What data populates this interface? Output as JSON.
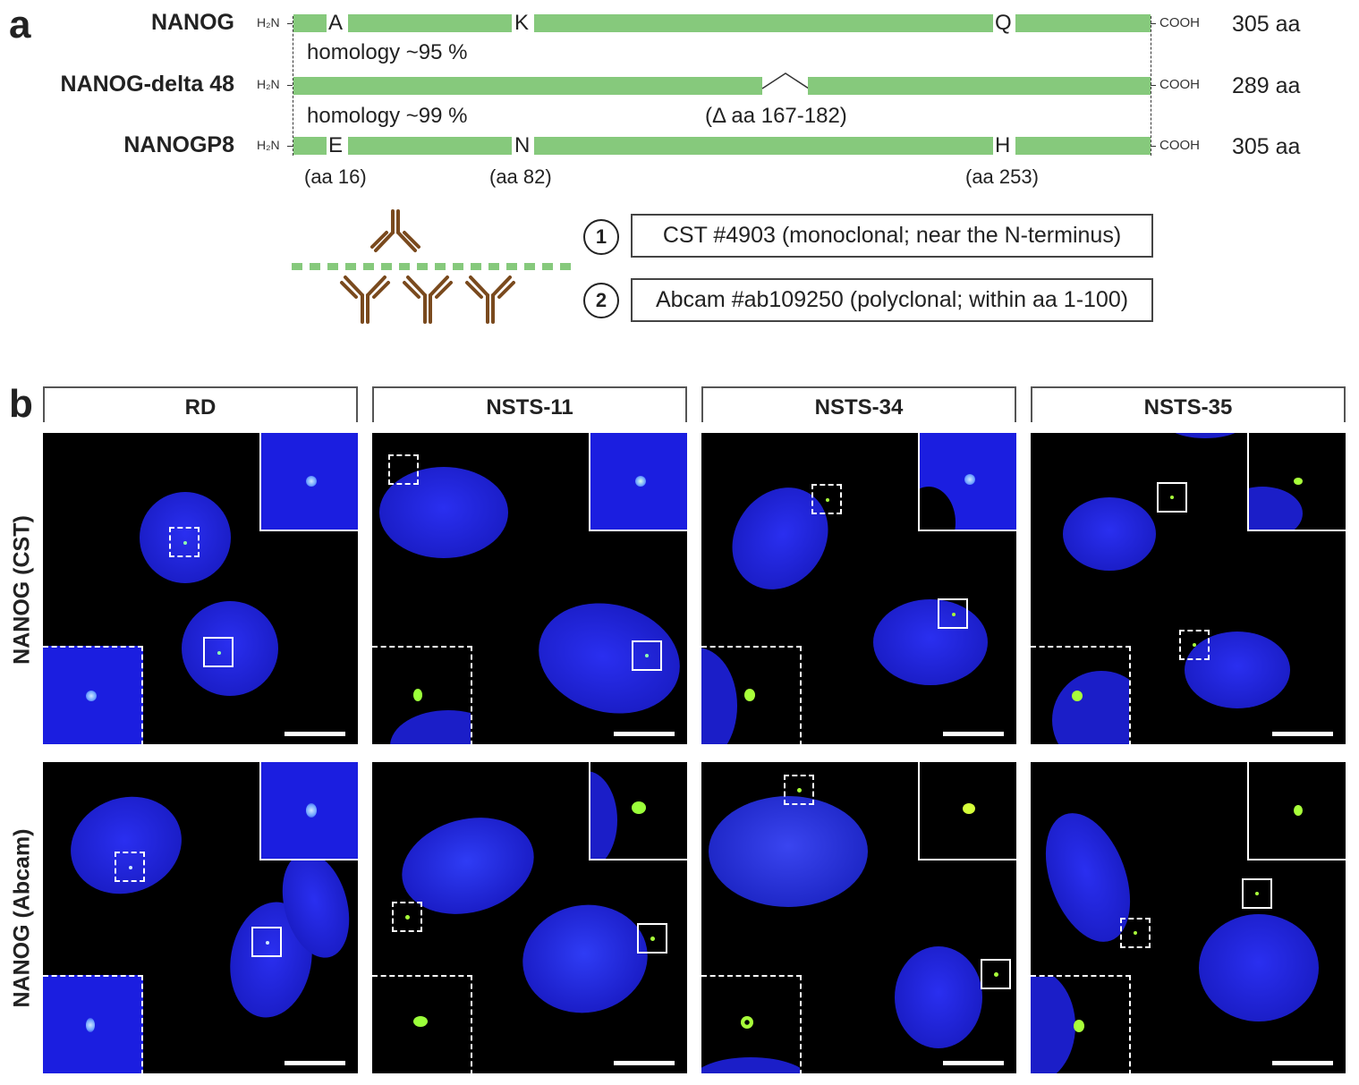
{
  "panel_a": {
    "letter": "a",
    "proteins": [
      {
        "name": "NANOG",
        "length": "305 aa",
        "residues": [
          "A",
          "K",
          "Q"
        ]
      },
      {
        "name": "NANOG-delta 48",
        "length": "289 aa",
        "residues": []
      },
      {
        "name": "NANOGP8",
        "length": "305 aa",
        "residues": [
          "E",
          "N",
          "H"
        ]
      }
    ],
    "n_terminus": "H₂N",
    "c_terminus": "COOH",
    "homology_1": "homology ~95 %",
    "homology_2": "homology ~99 %",
    "deletion": "(Δ aa 167-182)",
    "positions": [
      "(aa 16)",
      "(aa 82)",
      "(aa 253)"
    ],
    "antibodies": [
      {
        "number": "1",
        "label": "CST #4903 (monoclonal; near the N-terminus)"
      },
      {
        "number": "2",
        "label": "Abcam #ab109250 (polyclonal; within aa 1-100)"
      }
    ],
    "colors": {
      "domain": "#86c97c",
      "antibody": "#7a4a1e"
    }
  },
  "panel_b": {
    "letter": "b",
    "columns": [
      "RD",
      "NSTS-11",
      "NSTS-34",
      "NSTS-35"
    ],
    "rows": [
      "NANOG (CST)",
      "NANOG (Abcam)"
    ],
    "colors": {
      "nucleus": "#1f22e0",
      "signal": "#7fff3a",
      "background": "#000000"
    }
  }
}
